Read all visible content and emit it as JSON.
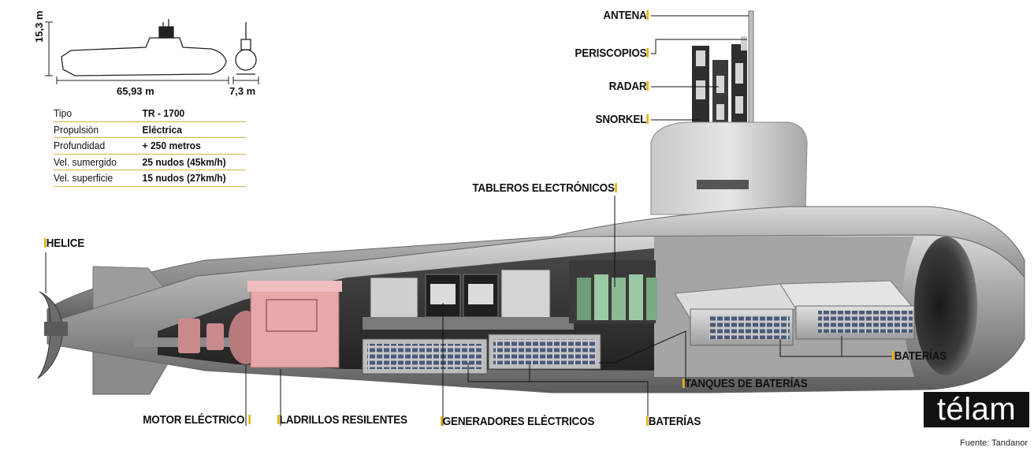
{
  "dimensions": {
    "height": "15,3 m",
    "length": "65,93 m",
    "beam": "7,3 m"
  },
  "specs": [
    {
      "key": "Tipo",
      "value": "TR - 1700"
    },
    {
      "key": "Propulsión",
      "value": "Eléctrica"
    },
    {
      "key": "Profundidad",
      "value": "+ 250 metros"
    },
    {
      "key": "Vel. sumergido",
      "value": "25 nudos (45km/h)"
    },
    {
      "key": "Vel. superficie",
      "value": "15 nudos (27km/h)"
    }
  ],
  "labels": {
    "antena": "ANTENA",
    "periscopios": "PERISCOPIOS",
    "radar": "RADAR",
    "snorkel": "SNORKEL",
    "tableros": "TABLEROS ELECTRÓNICOS",
    "helice": "HELICE",
    "motor": "MOTOR ELÉCTRICO",
    "ladrillos": "LADRILLOS RESILENTES",
    "generadores": "GENERADORES ELÉCTRICOS",
    "baterias_bottom": "BATERÍAS",
    "tanques": "TANQUES DE BATERÍAS",
    "baterias_right": "BATERÍAS"
  },
  "brand": {
    "logo": "télam",
    "source": "Fuente: Tandanor"
  },
  "colors": {
    "accent_bar": "#e7b416",
    "hull": "#9a9a9a",
    "motor_pink": "#e8a7a9",
    "battery_green": "#9cc9a5",
    "battery_cell": "#4a5a7a"
  }
}
